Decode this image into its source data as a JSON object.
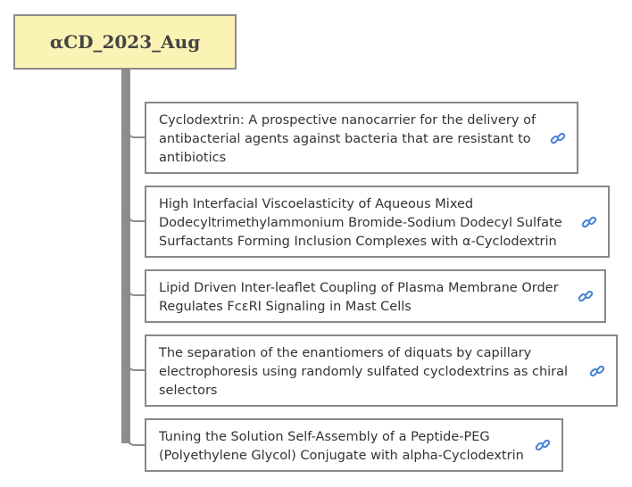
{
  "root": {
    "title": "αCD_2023_Aug"
  },
  "children": [
    {
      "text": "Cyclodextrin: A prospective nanocarrier for the delivery of antibacterial agents against bacteria that are resistant to antibiotics",
      "icon": "link-icon"
    },
    {
      "text": "High Interfacial Viscoelasticity of Aqueous Mixed Dodecyltrimethylammonium Bromide-Sodium Dodecyl Sulfate Surfactants Forming Inclusion Complexes with α-Cyclodextrin",
      "icon": "link-icon"
    },
    {
      "text": "Lipid Driven Inter-leaflet Coupling of Plasma Membrane Order Regulates FcεRI Signaling in Mast Cells",
      "icon": "link-icon"
    },
    {
      "text": "The separation of the enantiomers of diquats by capillary electrophoresis using randomly sulfated cyclodextrins as chiral selectors",
      "icon": "link-icon"
    },
    {
      "text": "Tuning the Solution Self-Assembly of a Peptide-PEG (Polyethylene Glycol) Conjugate with alpha-Cyclodextrin",
      "icon": "link-icon"
    }
  ],
  "colors": {
    "root_fill": "#fbf3b4",
    "connector": "#8d8d8d",
    "link_icon": "#3f7fd6"
  }
}
